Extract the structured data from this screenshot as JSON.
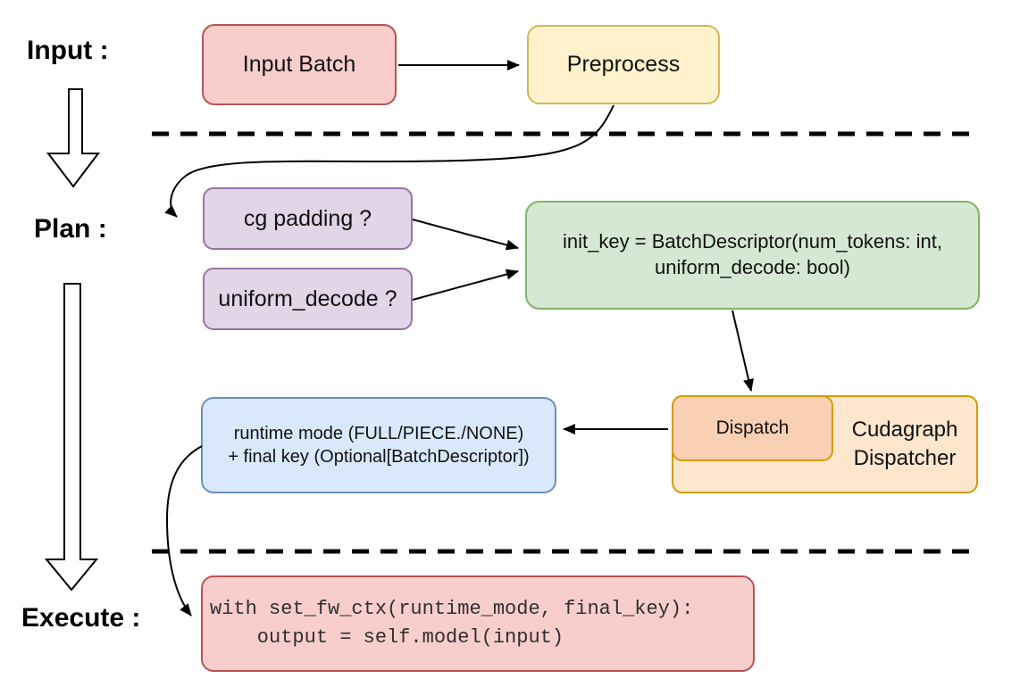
{
  "stage_labels": {
    "input": "Input :",
    "plan": "Plan :",
    "execute": "Execute :"
  },
  "nodes": {
    "input_batch": {
      "label": "Input Batch",
      "fill": "#f8cecc",
      "stroke": "#b85450"
    },
    "preprocess": {
      "label": "Preprocess",
      "fill": "#fff2cc",
      "stroke": "#d6b656"
    },
    "cg_padding": {
      "label": "cg padding ?",
      "fill": "#e1d5e7",
      "stroke": "#9673a6"
    },
    "uniform_decode": {
      "label": "uniform_decode ?",
      "fill": "#e1d5e7",
      "stroke": "#9673a6"
    },
    "init_key": {
      "label": "init_key = BatchDescriptor(num_tokens: int,\nuniform_decode: bool)",
      "fill": "#d5e8d4",
      "stroke": "#82b366"
    },
    "dispatch": {
      "label": "Dispatch",
      "fill": "#fad0b5",
      "stroke": "#d79b00"
    },
    "cudagraph_dispatcher": {
      "label": "Cudagraph\nDispatcher",
      "fill": "#ffe6cc",
      "stroke": "#d79b00"
    },
    "runtime_mode": {
      "label": "runtime mode (FULL/PIECE./NONE)\n+ final key (Optional[BatchDescriptor])",
      "fill": "#dae8fc",
      "stroke": "#6c8ebf"
    },
    "execute_code": {
      "label": "with set_fw_ctx(runtime_mode, final_key):\n    output = self.model(input)",
      "fill": "#f8cecc",
      "stroke": "#b85450"
    }
  },
  "connector_color": "#000000"
}
